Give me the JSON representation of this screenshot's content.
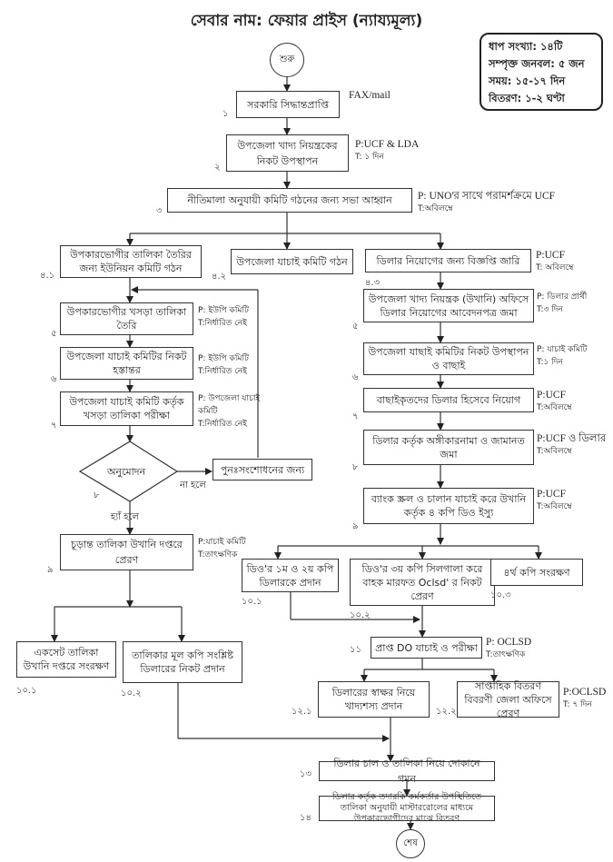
{
  "title": "সেবার নাম: ফেয়ার প্রাইস (ন্যায্যমূল্য)",
  "info": {
    "steps": "ধাপ সংখ্যা: ১৪টি",
    "manpower": "সম্পৃক্ত জনবল: ৫ জন",
    "time": "সময়: ১৫-১৭ দিন",
    "distribution": "বিতরণ: ১-২ ঘণ্টা"
  },
  "start": "শুরু",
  "end": "শেষ",
  "steps": {
    "s1": {
      "num": "১",
      "text": "সরকারি সিদ্ধান্তপ্রাপ্তি",
      "note_p": "FAX/mail"
    },
    "s2": {
      "num": "২",
      "text": "উপজেলা খাদ্য নিয়ন্ত্রকের নিকট উপস্থাপন",
      "note_p": "P:UCF & LDA",
      "note_t": "T: ১ দিন"
    },
    "s3": {
      "num": "৩",
      "text": "নীতিমালা অনুযায়ী কমিটি গঠনের জন্য সভা আহ্বান",
      "note_p": "P: UNO'র সাথে পরামর্শক্রমে UCF",
      "note_t": "T:অবিলম্বে"
    },
    "s4_1": {
      "num": "৪.১",
      "text": "উপকারভোগীর তালিকা তৈরির জন্য ইউনিয়ন কমিটি গঠন"
    },
    "s4_2": {
      "num": "৪.২",
      "text": "উপজেলা যাচাই কমিটি গঠন"
    },
    "s4_3": {
      "num": "৪.৩",
      "text": "ডিলার নিয়োগের জন্য বিজ্ঞপ্তি জারি",
      "note_p": "P:UCF",
      "note_t": "T: অবিলম্বে"
    },
    "l5": {
      "num": "৫",
      "text": "উপকারভোগীর খসড়া তালিকা তৈরি",
      "note_p": "P: ইউপি কমিটি",
      "note_t": "T:নির্ধারিত নেই"
    },
    "l6": {
      "num": "৬",
      "text": "উপজেলা যাচাই কমিটির নিকট হস্তান্তর",
      "note_p": "P: ইউপি কমিটি",
      "note_t": "T:নির্ধারিত নেই"
    },
    "l7": {
      "num": "৭",
      "text": "উপজেলা যাচাই কমিটি কর্তৃক খসড়া তালিকা পরীক্ষা",
      "note_p": "P: উপজেলা যাচাই কমিটি",
      "note_t": "T:নির্ধারিত নেই"
    },
    "l8": {
      "num": "৮",
      "text": "অনুমোদন",
      "no": "না হলে",
      "yes": "হ্যাঁ হলে"
    },
    "revise": {
      "text": "পুনঃসংশোধনের জন্য"
    },
    "l9": {
      "num": "৯",
      "text": "চূড়ান্ত তালিকা উখানি দপ্তরে প্রেরণ",
      "note_p": "P:যাচাই কমিটি",
      "note_t": "T:তাৎক্ষণিক"
    },
    "l10_1": {
      "num": "১০.১",
      "text": "একসেট তালিকা উখানি দপ্তরে সংরক্ষণ"
    },
    "l10_2": {
      "num": "১০.২",
      "text": "তালিকার মূল কপি সংশ্লিষ্ট ডিলারের নিকট প্রদান"
    },
    "r5": {
      "num": "৫",
      "text": "উপজেলা খাদ্য নিয়ন্ত্রক (উখানি) অফিসে ডিলার নিয়োগের আবেদনপত্র জমা",
      "note_p": "P: ডিলার প্রার্থী",
      "note_t": "T:৩ দিন"
    },
    "r6": {
      "num": "৬",
      "text": "উপজেলা যাছাই কমিটির নিকট উপস্থাপন ও বাছাই",
      "note_p": "P: যাচাই কমিটি",
      "note_t": "T:১ দিন"
    },
    "r7": {
      "num": "৭",
      "text": "বাছাইকৃতদের ডিলার হিসেবে নিয়োগ",
      "note_p": "P:UCF",
      "note_t": "T:অবিলম্বে"
    },
    "r8": {
      "num": "৮",
      "text": "ডিলার কর্তৃক অঙ্গীকারনামা ও জামানত জমা",
      "note_p": "P:UCF ও ডিলার",
      "note_t": "T:অবিলম্বে"
    },
    "r9": {
      "num": "৯",
      "text": "ব্যাংক স্ক্রল ও চালান যাচাই করে উখানি কর্তৃক ৪ কপি ডিও ইস্যু",
      "note_p": "P:UCF",
      "note_t": "T:অবিলম্বে"
    },
    "r10_1": {
      "num": "১০.১",
      "text": "ডিও'র ১ম ও ২য় কপি ডিলারকে প্রদান"
    },
    "r10_2": {
      "num": "১০.২",
      "text": "ডিও'র ৩য় কপি সিলগালা করে বাহক মারফত Oclsd' র নিকট প্রেরণ"
    },
    "r10_3": {
      "num": "১০.৩",
      "text": "৪র্থ কপি সংরক্ষণ"
    },
    "s11": {
      "num": "১১",
      "text": "প্রাপ্ত DO যাচাই ও পরীক্ষা",
      "note_p": "P: OCLSD",
      "note_t": "T:তাৎক্ষণিক"
    },
    "s12_1": {
      "num": "১২.১",
      "text": "ডিলারের স্বাক্ষর নিয়ে খাদ্যশস্য প্রদান"
    },
    "s12_2": {
      "num": "১২.২",
      "text": "সাপ্তাহিক বিতরণ বিবরণী জেলা অফিসে প্রেরণ",
      "note_p": "P:OCLSD",
      "note_t": "T: ৭ দিন"
    },
    "s13": {
      "num": "১৩",
      "text": "ডিলার চাল ও তালিকা নিয়ে দোকানে গমন"
    },
    "s14": {
      "num": "১৪",
      "text": "ডিলার কর্তৃক তদারকি কর্মকর্তার উপস্থিতিতে তালিকা অনুযায়ী মাস্টাররোলের মাধ্যমে উপকারভোগীদের মাঝে বিতরণ"
    }
  }
}
